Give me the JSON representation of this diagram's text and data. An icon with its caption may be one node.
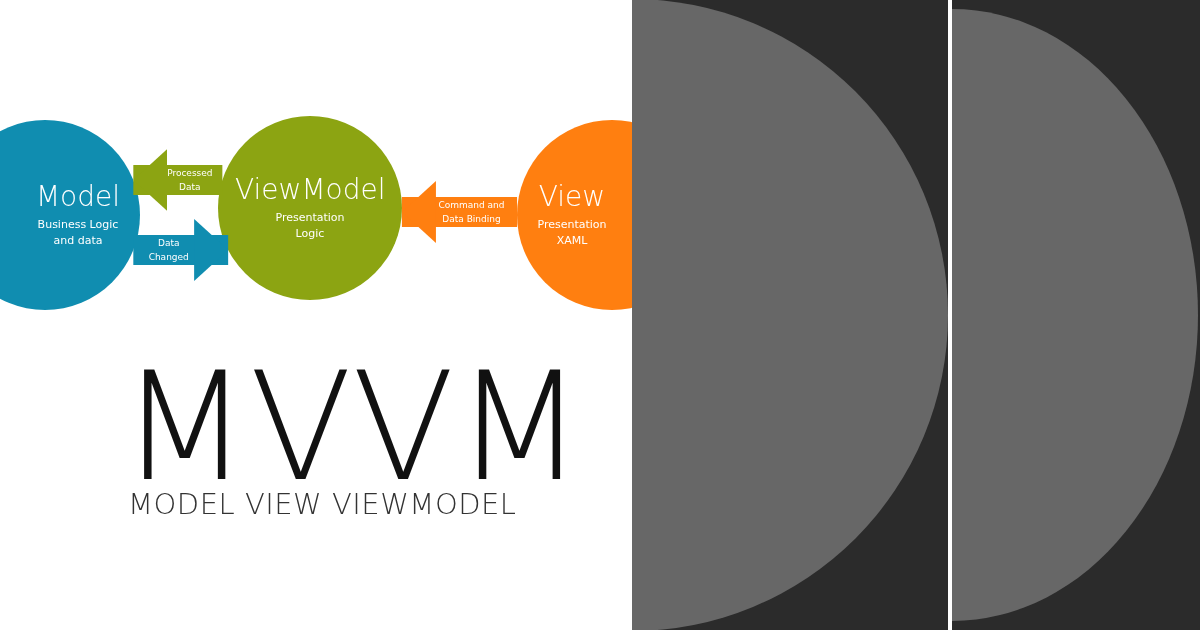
{
  "diagram": {
    "title": "MVVM",
    "nodes": [
      {
        "text": [
          "Model",
          "Business Logic and data"
        ]
      },
      {
        "text": [
          "ViewModel",
          "Presentation Logic"
        ]
      },
      {
        "text": [
          "View",
          "Presentation XAML"
        ]
      }
    ],
    "edges": [
      {
        "from": 1,
        "to": 0,
        "arrow": "to",
        "label": "Processed Data",
        "color": "#8ca412"
      },
      {
        "from": 0,
        "to": 1,
        "arrow": "to",
        "label": "Data Changed",
        "color": "#108db0"
      },
      {
        "from": 2,
        "to": 1,
        "arrow": "to",
        "label": "Command and Data Binding",
        "color": "#ff7f10"
      }
    ],
    "labels": [
      "MODEL VIEW VIEWMODEL"
    ]
  }
}
